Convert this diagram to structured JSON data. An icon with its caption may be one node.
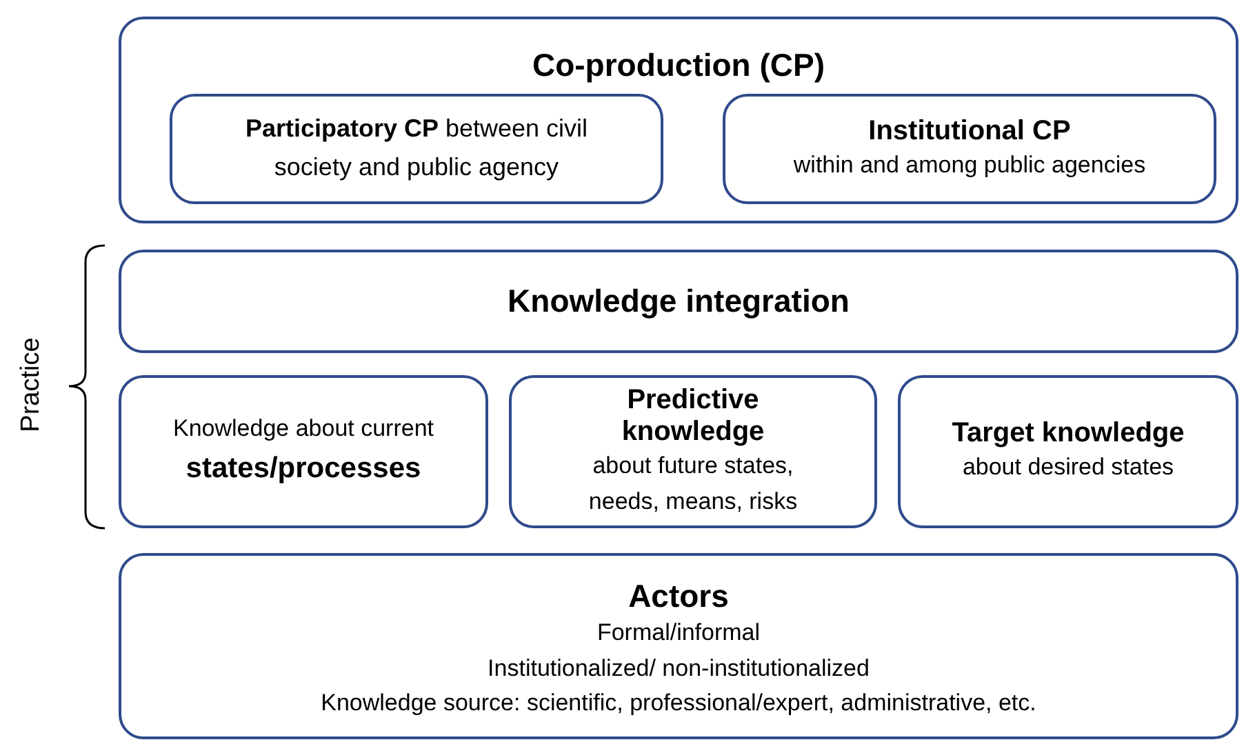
{
  "diagram": {
    "nodes": [
      {
        "text": [
          "Co-production (CP)"
        ]
      },
      {
        "text": [
          "**Participatory CP** between civil society and public agency"
        ],
        "in": 0
      },
      {
        "text": [
          "Institutional CP",
          "within and among public agencies"
        ],
        "in": 0
      },
      {
        "text": [
          "Knowledge integration"
        ]
      },
      {
        "text": [
          "Knowledge about current **states/processes**"
        ]
      },
      {
        "text": [
          "Predictive knowledge",
          "about future states, needs, means, risks"
        ]
      },
      {
        "text": [
          "Target knowledge",
          "about desired states"
        ]
      },
      {
        "text": [
          "Actors",
          "Formal/informal",
          "Institutionalized/ non-institutionalized",
          "Knowledge source: scientific, professional/expert, administrative, etc."
        ]
      }
    ],
    "edges": [],
    "labels": [
      "Practice"
    ]
  }
}
